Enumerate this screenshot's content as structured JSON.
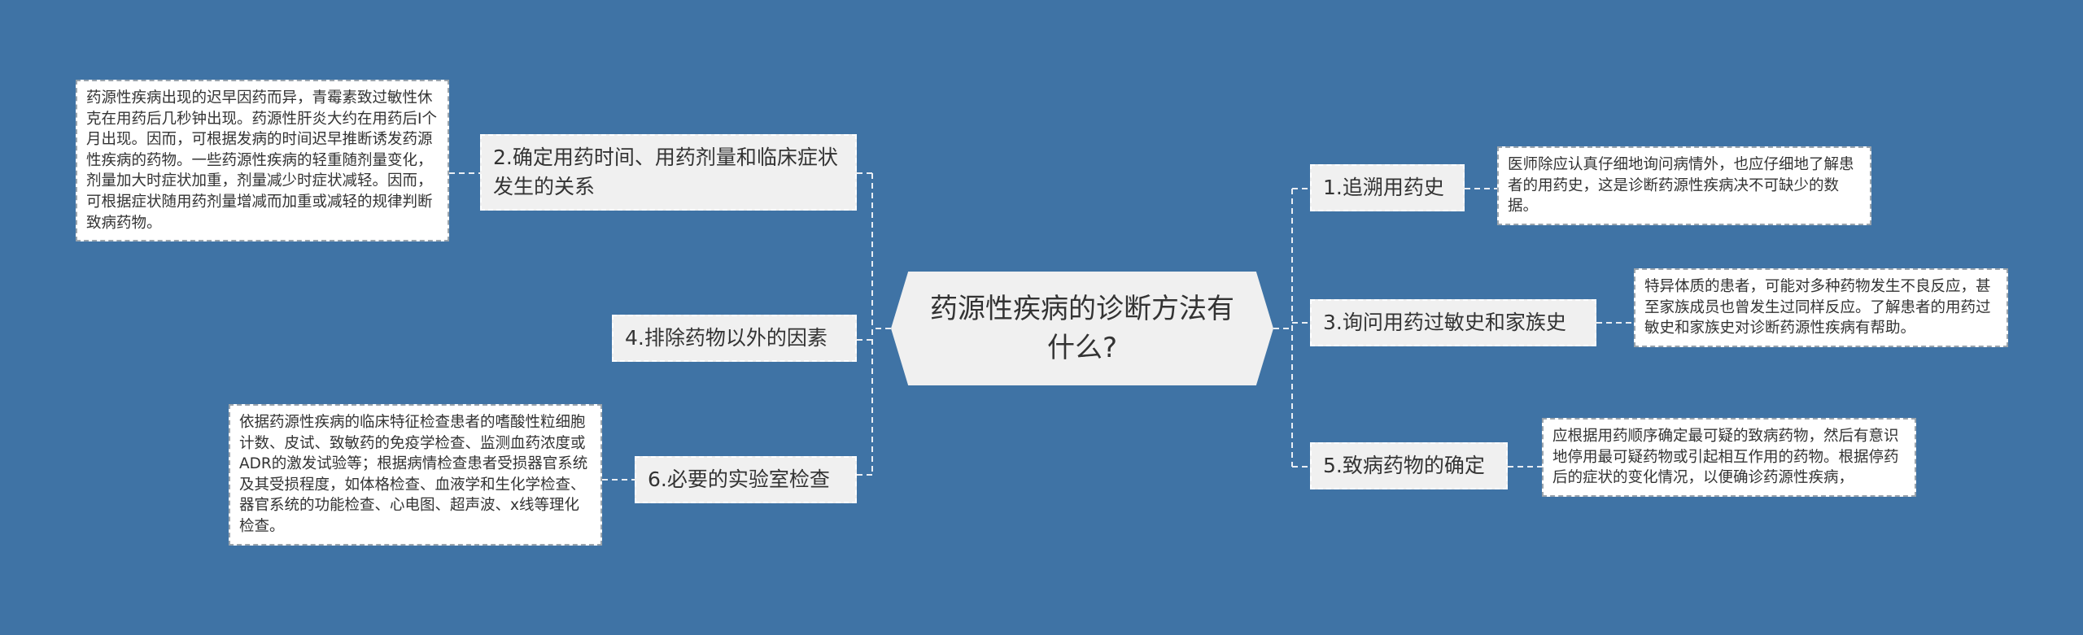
{
  "center": {
    "title": "药源性疾病的诊断方法有什么?"
  },
  "branches": {
    "b1": {
      "label": "1.追溯用药史",
      "detail": "医师除应认真仔细地询问病情外，也应仔细地了解患者的用药史，这是诊断药源性疾病决不可缺少的数据。"
    },
    "b2": {
      "label": "2.确定用药时间、用药剂量和临床症状发生的关系",
      "detail": "药源性疾病出现的迟早因药而异，青霉素致过敏性休克在用药后几秒钟出现。药源性肝炎大约在用药后I个月出现。因而，可根据发病的时间迟早推断诱发药源性疾病的药物。一些药源性疾病的轻重随剂量变化，剂量加大时症状加重，剂量减少时症状减轻。因而，可根据症状随用药剂量增减而加重或减轻的规律判断致病药物。"
    },
    "b3": {
      "label": "3.询问用药过敏史和家族史",
      "detail": "特异体质的患者，可能对多种药物发生不良反应，甚至家族成员也曾发生过同样反应。了解患者的用药过敏史和家族史对诊断药源性疾病有帮助。"
    },
    "b4": {
      "label": "4.排除药物以外的因素"
    },
    "b5": {
      "label": "5.致病药物的确定",
      "detail": "应根据用药顺序确定最可疑的致病药物，然后有意识地停用最可疑药物或引起相互作用的药物。根据停药后的症状的变化情况，以便确诊药源性疾病，"
    },
    "b6": {
      "label": "6.必要的实验室检查",
      "detail": "依据药源性疾病的临床特征检查患者的嗜酸性粒细胞计数、皮试、致敏药的免疫学检查、监测血药浓度或ADR的激发试验等；根据病情检查患者受损器官系统及其受损程度，如体格检查、血液学和生化学检查、器官系统的功能检查、心电图、超声波、x线等理化检查。"
    }
  }
}
